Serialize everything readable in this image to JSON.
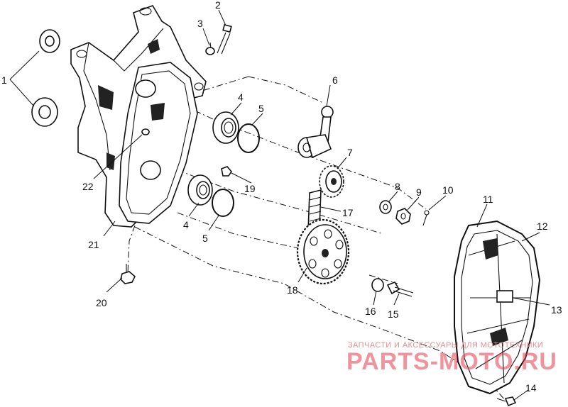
{
  "diagram": {
    "callouts": [
      {
        "id": "c1",
        "text": "1"
      },
      {
        "id": "c2",
        "text": "2"
      },
      {
        "id": "c3",
        "text": "3"
      },
      {
        "id": "c4a",
        "text": "4"
      },
      {
        "id": "c4b",
        "text": "4"
      },
      {
        "id": "c5a",
        "text": "5"
      },
      {
        "id": "c5b",
        "text": "5"
      },
      {
        "id": "c6",
        "text": "6"
      },
      {
        "id": "c7",
        "text": "7"
      },
      {
        "id": "c8",
        "text": "8"
      },
      {
        "id": "c9",
        "text": "9"
      },
      {
        "id": "c10",
        "text": "10"
      },
      {
        "id": "c11",
        "text": "11"
      },
      {
        "id": "c12",
        "text": "12"
      },
      {
        "id": "c13",
        "text": "13"
      },
      {
        "id": "c14",
        "text": "14"
      },
      {
        "id": "c15",
        "text": "15"
      },
      {
        "id": "c16",
        "text": "16"
      },
      {
        "id": "c17",
        "text": "17"
      },
      {
        "id": "c18",
        "text": "18"
      },
      {
        "id": "c19",
        "text": "19"
      },
      {
        "id": "c20",
        "text": "20"
      },
      {
        "id": "c21",
        "text": "21"
      },
      {
        "id": "c22",
        "text": "22"
      }
    ]
  },
  "watermark": {
    "tagline": "ЗАПЧАСТИ И АКСЕССУАРЫ ДЛЯ МОТОТЕХНИКИ",
    "brand": "PARTS-MOTO.RU",
    "color": "#e23b4c"
  }
}
